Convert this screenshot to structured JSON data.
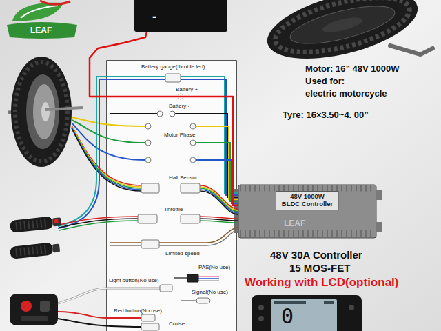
{
  "diagram": {
    "nodes": [
      {
        "text": [
          "-"
        ]
      },
      {
        "text": [
          "48V 1000W",
          "BLDC Controller"
        ]
      },
      {
        "text": [
          "0"
        ]
      }
    ],
    "edges": [
      {
        "from": 0,
        "to": 1,
        "arrow": "none"
      }
    ],
    "labels": [
      "LEAF",
      "Battery gauge(throttle led)",
      "Battery +",
      "Battery -",
      "Motor Phase",
      "Hall Sensor",
      "Throttle",
      "Limited speed",
      "PAS(No use)",
      "Light button(No use)",
      "Signal(No use)",
      "Red button(No use)",
      "Cruise",
      "Motor: 16” 48V 1000W",
      "Used for:",
      "electric motorcycle",
      "Tyre: 16×3.50~4. 00”",
      "48V 30A Controller",
      "15 MOS-FET",
      "Working with LCD(optional)",
      "LEAF"
    ]
  }
}
